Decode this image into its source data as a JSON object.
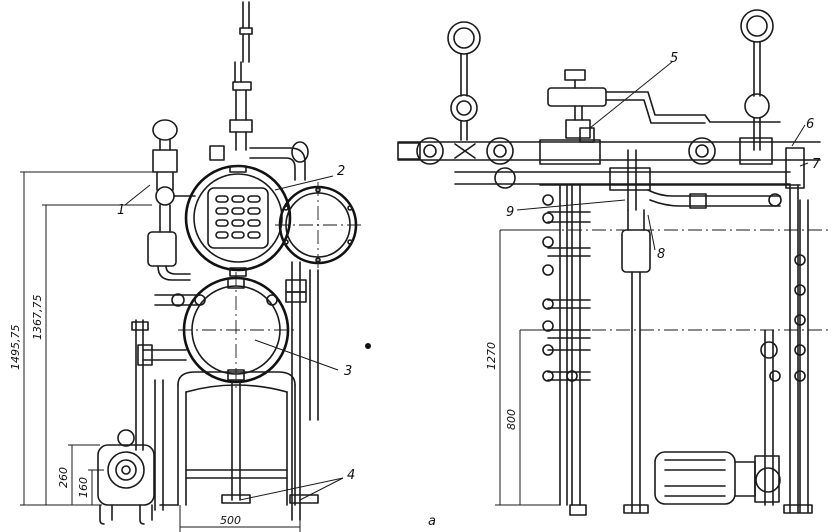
{
  "figure": {
    "callouts": [
      "1",
      "2",
      "3",
      "4",
      "5",
      "6",
      "7",
      "8",
      "9"
    ],
    "panel_letter": "a"
  },
  "dimensions_left": {
    "total_height": "1495,75",
    "upper_height": "1367,75",
    "pump_height_1": "260",
    "pump_height_2": "160",
    "base_width": "500"
  },
  "dimensions_right": {
    "middle_height": "1270",
    "lower_height": "800"
  }
}
